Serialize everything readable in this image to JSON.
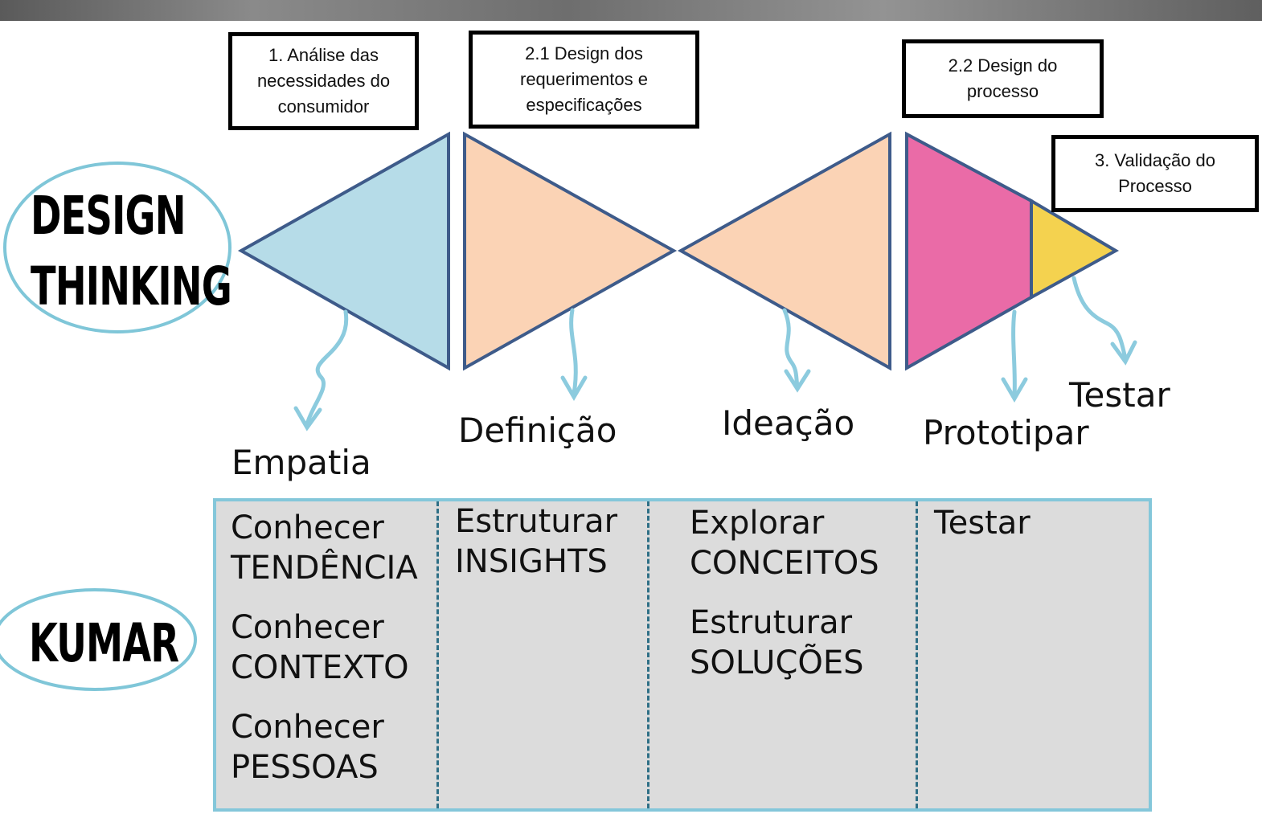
{
  "methods": {
    "design_thinking": {
      "line1": "DESIGN",
      "line2": "THINKING"
    },
    "kumar": {
      "label": "KUMAR"
    }
  },
  "boxes": [
    {
      "text": "1. Análise das\nnecessidades do\nconsumidor"
    },
    {
      "text": "2.1 Design dos\nrequerimentos e\nespecificações"
    },
    {
      "text": "2.2 Design do\nprocesso"
    },
    {
      "text": "3. Validação do\nProcesso"
    }
  ],
  "stages": [
    {
      "label": "Empatia"
    },
    {
      "label": "Definição"
    },
    {
      "label": "Ideação"
    },
    {
      "label": "Prototipar"
    },
    {
      "label": "Testar"
    }
  ],
  "kumar_columns": [
    {
      "items": [
        {
          "verb": "Conhecer",
          "noun": "TENDÊNCIA"
        },
        {
          "verb": "Conhecer",
          "noun": "CONTEXTO"
        },
        {
          "verb": "Conhecer",
          "noun": "PESSOAS"
        }
      ]
    },
    {
      "items": [
        {
          "verb": "Estruturar",
          "noun": "INSIGHTS"
        }
      ]
    },
    {
      "items": [
        {
          "verb": "Explorar",
          "noun": "CONCEITOS"
        },
        {
          "verb": "Estruturar",
          "noun": "SOLUÇÕES"
        }
      ]
    },
    {
      "items": [
        {
          "verb": "Testar",
          "noun": ""
        }
      ]
    }
  ],
  "colors": {
    "empatia": "#b6dce8",
    "definicao": "#fbd3b5",
    "ideacao": "#fbd3b5",
    "prototipar": "#ea6ba7",
    "testar": "#f4d24f",
    "outline": "#3e5b8a",
    "arrow": "#8ccbde",
    "ellipse": "#7fc6d8",
    "table_bg": "#dcdcdc"
  }
}
